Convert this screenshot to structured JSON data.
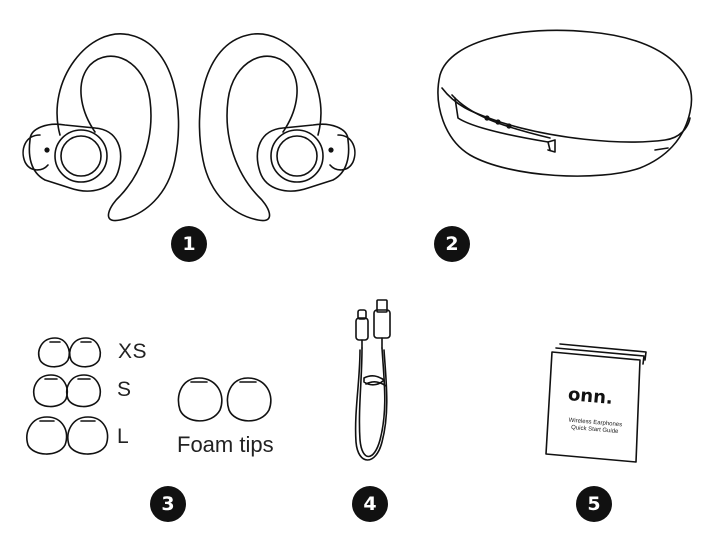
{
  "items": [
    {
      "number": "1",
      "name": "Earphones"
    },
    {
      "number": "2",
      "name": "Charging case"
    },
    {
      "number": "3",
      "name": "Ear tips"
    },
    {
      "number": "4",
      "name": "USB cable"
    },
    {
      "number": "5",
      "name": "Quick start guide"
    }
  ],
  "tips": {
    "xs": "XS",
    "s": "S",
    "l": "L",
    "foam": "Foam tips"
  },
  "guide": {
    "brand": "onn.",
    "line1": "Wireless Earphones",
    "line2": "Quick Start Guide"
  },
  "colors": {
    "line": "#111111",
    "badge": "#111111",
    "background": "#ffffff"
  }
}
